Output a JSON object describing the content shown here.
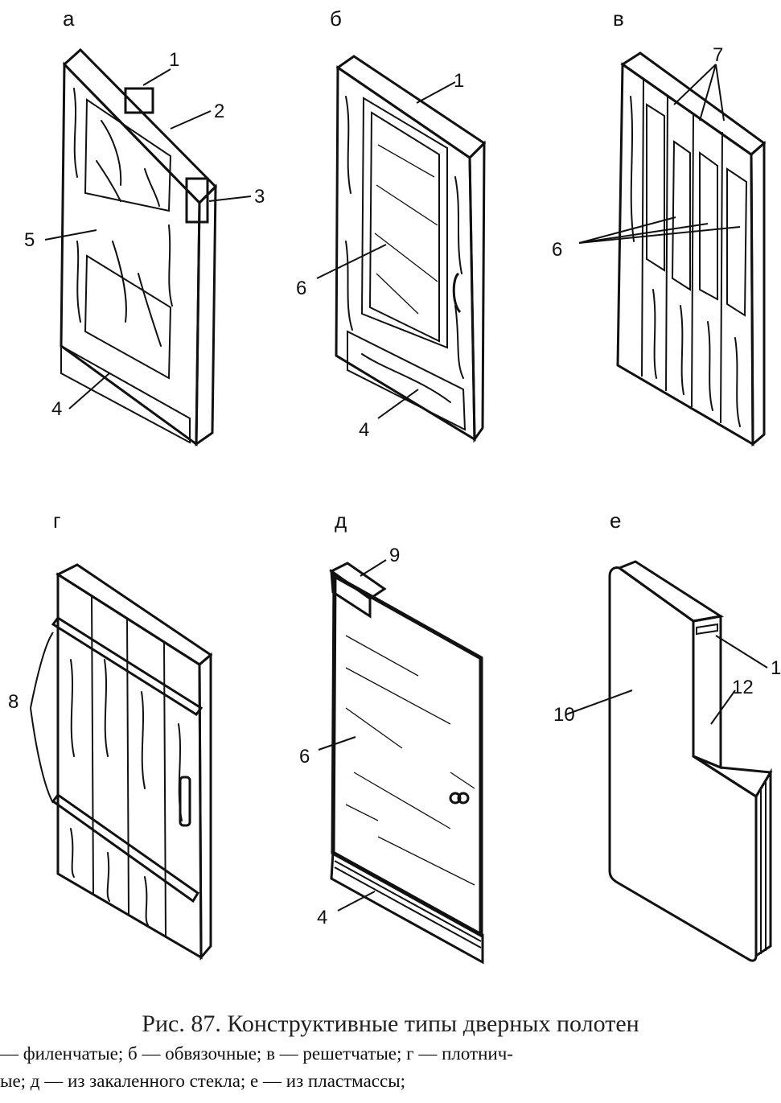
{
  "panels": [
    {
      "letter": "а",
      "callouts": [
        "1",
        "2",
        "3",
        "4",
        "5"
      ]
    },
    {
      "letter": "б",
      "callouts": [
        "1",
        "6",
        "4"
      ]
    },
    {
      "letter": "в",
      "callouts": [
        "7",
        "6"
      ]
    },
    {
      "letter": "г",
      "callouts": [
        "8"
      ]
    },
    {
      "letter": "д",
      "callouts": [
        "9",
        "6",
        "4"
      ]
    },
    {
      "letter": "е",
      "callouts": [
        "1",
        "12",
        "10"
      ]
    }
  ],
  "caption": "Рис. 87. Конструктивные типы дверных полотен",
  "legend_line1": "— филенчатые; б — обвязочные; в — решетчатые; г — плотнич-",
  "legend_line2": "ые; д — из закаленного стекла; е — из пластмассы;"
}
